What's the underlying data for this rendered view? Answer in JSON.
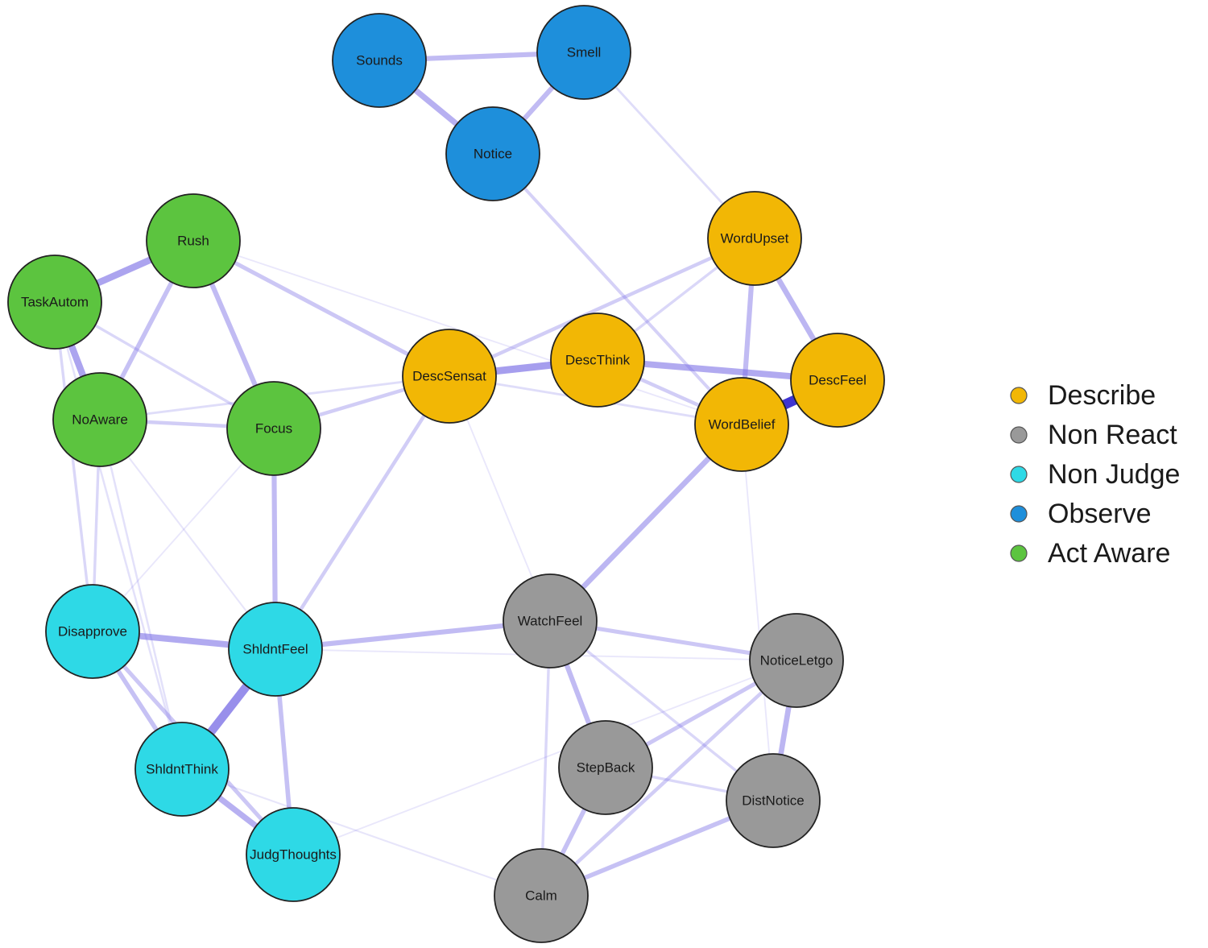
{
  "groups": [
    {
      "id": "describe",
      "name": "Describe",
      "color": "#F2B705"
    },
    {
      "id": "nonreact",
      "name": "Non React",
      "color": "#999999"
    },
    {
      "id": "nonjudge",
      "name": "Non Judge",
      "color": "#2ED9E6"
    },
    {
      "id": "observe",
      "name": "Observe",
      "color": "#1E8FDB"
    },
    {
      "id": "actaware",
      "name": "Act Aware",
      "color": "#5CC43F"
    }
  ],
  "edge_color": "#7B6FE6",
  "nodes": [
    {
      "id": "Sounds",
      "label": "Sounds",
      "group": "observe"
    },
    {
      "id": "Smell",
      "label": "Smell",
      "group": "observe"
    },
    {
      "id": "Notice",
      "label": "Notice",
      "group": "observe"
    },
    {
      "id": "Rush",
      "label": "Rush",
      "group": "actaware"
    },
    {
      "id": "TaskAutom",
      "label": "TaskAutom",
      "group": "actaware"
    },
    {
      "id": "NoAware",
      "label": "NoAware",
      "group": "actaware"
    },
    {
      "id": "Focus",
      "label": "Focus",
      "group": "actaware"
    },
    {
      "id": "WordUpset",
      "label": "WordUpset",
      "group": "describe"
    },
    {
      "id": "DescSensat",
      "label": "DescSensat",
      "group": "describe"
    },
    {
      "id": "DescThink",
      "label": "DescThink",
      "group": "describe"
    },
    {
      "id": "DescFeel",
      "label": "DescFeel",
      "group": "describe"
    },
    {
      "id": "WordBelief",
      "label": "WordBelief",
      "group": "describe"
    },
    {
      "id": "Disapprove",
      "label": "Disapprove",
      "group": "nonjudge"
    },
    {
      "id": "ShldntFeel",
      "label": "ShldntFeel",
      "group": "nonjudge"
    },
    {
      "id": "ShldntThink",
      "label": "ShldntThink",
      "group": "nonjudge"
    },
    {
      "id": "JudgThoughts",
      "label": "JudgThoughts",
      "group": "nonjudge"
    },
    {
      "id": "WatchFeel",
      "label": "WatchFeel",
      "group": "nonreact"
    },
    {
      "id": "NoticeLetgo",
      "label": "NoticeLetgo",
      "group": "nonreact"
    },
    {
      "id": "StepBack",
      "label": "StepBack",
      "group": "nonreact"
    },
    {
      "id": "DistNotice",
      "label": "DistNotice",
      "group": "nonreact"
    },
    {
      "id": "Calm",
      "label": "Calm",
      "group": "nonreact"
    }
  ],
  "edges": [
    {
      "source": "Sounds",
      "target": "Smell",
      "weight": 0.45
    },
    {
      "source": "Sounds",
      "target": "Notice",
      "weight": 0.55
    },
    {
      "source": "Smell",
      "target": "Notice",
      "weight": 0.45
    },
    {
      "source": "Smell",
      "target": "WordUpset",
      "weight": 0.15
    },
    {
      "source": "Notice",
      "target": "WordBelief",
      "weight": 0.25
    },
    {
      "source": "Rush",
      "target": "TaskAutom",
      "weight": 0.65
    },
    {
      "source": "TaskAutom",
      "target": "NoAware",
      "weight": 0.65
    },
    {
      "source": "Rush",
      "target": "NoAware",
      "weight": 0.4
    },
    {
      "source": "Rush",
      "target": "Focus",
      "weight": 0.45
    },
    {
      "source": "TaskAutom",
      "target": "Focus",
      "weight": 0.2
    },
    {
      "source": "NoAware",
      "target": "Focus",
      "weight": 0.3
    },
    {
      "source": "Rush",
      "target": "DescSensat",
      "weight": 0.35
    },
    {
      "source": "Rush",
      "target": "WordBelief",
      "weight": 0.06
    },
    {
      "source": "Focus",
      "target": "DescSensat",
      "weight": 0.3
    },
    {
      "source": "NoAware",
      "target": "DescSensat",
      "weight": 0.15
    },
    {
      "source": "TaskAutom",
      "target": "Disapprove",
      "weight": 0.2
    },
    {
      "source": "NoAware",
      "target": "Disapprove",
      "weight": 0.2
    },
    {
      "source": "NoAware",
      "target": "ShldntThink",
      "weight": 0.12
    },
    {
      "source": "TaskAutom",
      "target": "ShldntThink",
      "weight": 0.12
    },
    {
      "source": "NoAware",
      "target": "ShldntFeel",
      "weight": 0.08
    },
    {
      "source": "Focus",
      "target": "ShldntFeel",
      "weight": 0.45
    },
    {
      "source": "Focus",
      "target": "Disapprove",
      "weight": 0.06
    },
    {
      "source": "DescSensat",
      "target": "DescThink",
      "weight": 0.7
    },
    {
      "source": "DescThink",
      "target": "DescFeel",
      "weight": 0.6
    },
    {
      "source": "DescFeel",
      "target": "WordBelief",
      "weight": 1.0
    },
    {
      "source": "WordUpset",
      "target": "DescFeel",
      "weight": 0.5
    },
    {
      "source": "WordUpset",
      "target": "WordBelief",
      "weight": 0.45
    },
    {
      "source": "WordUpset",
      "target": "DescSensat",
      "weight": 0.3
    },
    {
      "source": "WordUpset",
      "target": "DescThink",
      "weight": 0.2
    },
    {
      "source": "DescThink",
      "target": "WordBelief",
      "weight": 0.3
    },
    {
      "source": "DescSensat",
      "target": "WordBelief",
      "weight": 0.15
    },
    {
      "source": "DescSensat",
      "target": "ShldntFeel",
      "weight": 0.3
    },
    {
      "source": "DescSensat",
      "target": "WatchFeel",
      "weight": 0.06
    },
    {
      "source": "WordBelief",
      "target": "WatchFeel",
      "weight": 0.5
    },
    {
      "source": "WordBelief",
      "target": "DistNotice",
      "weight": 0.06
    },
    {
      "source": "Disapprove",
      "target": "ShldntFeel",
      "weight": 0.6
    },
    {
      "source": "Disapprove",
      "target": "ShldntThink",
      "weight": 0.4
    },
    {
      "source": "Disapprove",
      "target": "JudgThoughts",
      "weight": 0.35
    },
    {
      "source": "ShldntFeel",
      "target": "ShldntThink",
      "weight": 0.85
    },
    {
      "source": "ShldntFeel",
      "target": "JudgThoughts",
      "weight": 0.4
    },
    {
      "source": "ShldntThink",
      "target": "JudgThoughts",
      "weight": 0.55
    },
    {
      "source": "ShldntFeel",
      "target": "WatchFeel",
      "weight": 0.45
    },
    {
      "source": "ShldntFeel",
      "target": "NoticeLetgo",
      "weight": 0.06
    },
    {
      "source": "ShldntThink",
      "target": "Calm",
      "weight": 0.08
    },
    {
      "source": "JudgThoughts",
      "target": "NoticeLetgo",
      "weight": 0.06
    },
    {
      "source": "WatchFeel",
      "target": "NoticeLetgo",
      "weight": 0.35
    },
    {
      "source": "WatchFeel",
      "target": "StepBack",
      "weight": 0.45
    },
    {
      "source": "WatchFeel",
      "target": "DistNotice",
      "weight": 0.2
    },
    {
      "source": "WatchFeel",
      "target": "Calm",
      "weight": 0.2
    },
    {
      "source": "NoticeLetgo",
      "target": "StepBack",
      "weight": 0.35
    },
    {
      "source": "NoticeLetgo",
      "target": "DistNotice",
      "weight": 0.5
    },
    {
      "source": "NoticeLetgo",
      "target": "Calm",
      "weight": 0.3
    },
    {
      "source": "StepBack",
      "target": "DistNotice",
      "weight": 0.2
    },
    {
      "source": "StepBack",
      "target": "Calm",
      "weight": 0.4
    },
    {
      "source": "DistNotice",
      "target": "Calm",
      "weight": 0.4
    }
  ]
}
